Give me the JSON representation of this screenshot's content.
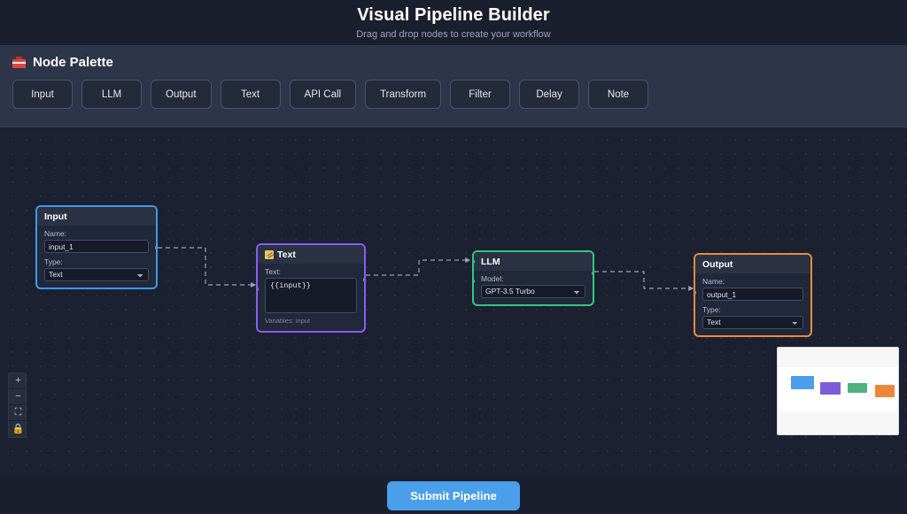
{
  "header": {
    "title": "Visual Pipeline Builder",
    "subtitle": "Drag and drop nodes to create your workflow"
  },
  "palette": {
    "title": "Node Palette",
    "icon": "toolbox-icon",
    "buttons": [
      {
        "label": "Input"
      },
      {
        "label": "LLM"
      },
      {
        "label": "Output"
      },
      {
        "label": "Text"
      },
      {
        "label": "API Call"
      },
      {
        "label": "Transform"
      },
      {
        "label": "Filter"
      },
      {
        "label": "Delay"
      },
      {
        "label": "Note"
      }
    ]
  },
  "nodes": {
    "input": {
      "title": "Input",
      "name_label": "Name:",
      "name_value": "input_1",
      "type_label": "Type:",
      "type_value": "Text",
      "accent": "#3d9ae8"
    },
    "text": {
      "title": "Text",
      "icon": "memo-icon",
      "text_label": "Text:",
      "text_value": "{{input}}",
      "footer": "Variables: input",
      "accent": "#8b5cf6"
    },
    "llm": {
      "title": "LLM",
      "model_label": "Model:",
      "model_value": "GPT-3.5 Turbo",
      "accent": "#34c77b"
    },
    "output": {
      "title": "Output",
      "name_label": "Name:",
      "name_value": "output_1",
      "type_label": "Type:",
      "type_value": "Text",
      "accent": "#ef8a38"
    }
  },
  "controls": {
    "zoom_in": "+",
    "zoom_out": "−",
    "fit_view": "⛶",
    "lock": "🔒"
  },
  "minimap": {
    "nodes": [
      {
        "color": "#4a9eea"
      },
      {
        "color": "#7c5cd6"
      },
      {
        "color": "#4cb380"
      },
      {
        "color": "#e8883a"
      }
    ]
  },
  "submit": {
    "label": "Submit Pipeline",
    "color": "#4a9eea"
  }
}
